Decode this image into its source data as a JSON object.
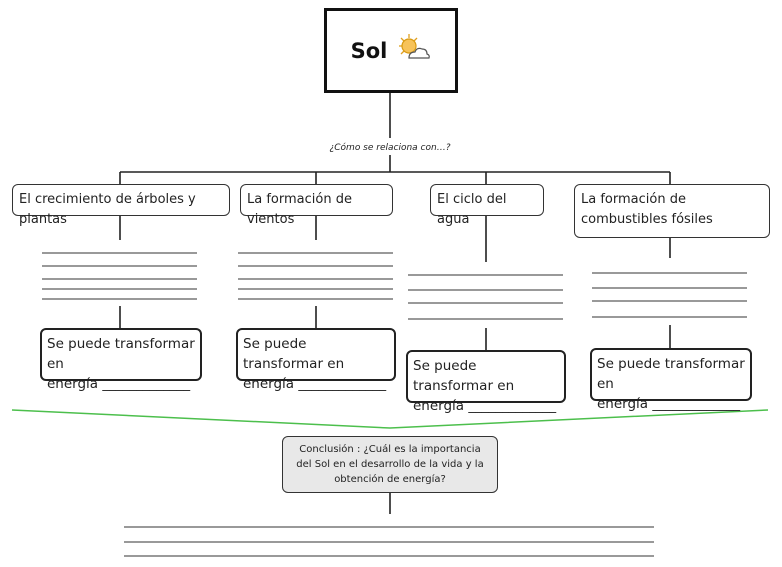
{
  "title": {
    "text": "Sol",
    "icon": "sun-cloud-icon"
  },
  "question": "¿Cómo se relaciona  con…?",
  "topics": [
    "El crecimiento de árboles y plantas",
    "La formación de vientos",
    "El ciclo del agua",
    "La formación de combustibles fósiles"
  ],
  "energy_prompt": {
    "line1": "Se puede transformar en",
    "line2": "energía _____________"
  },
  "conclusion": "Conclusión : ¿Cuál es la importancia del Sol en el desarrollo de la vida y la obtención de energía?",
  "colors": {
    "divider": "#4cbf4c",
    "conclusion_bg": "#e8e8e8",
    "border": "#222222"
  }
}
